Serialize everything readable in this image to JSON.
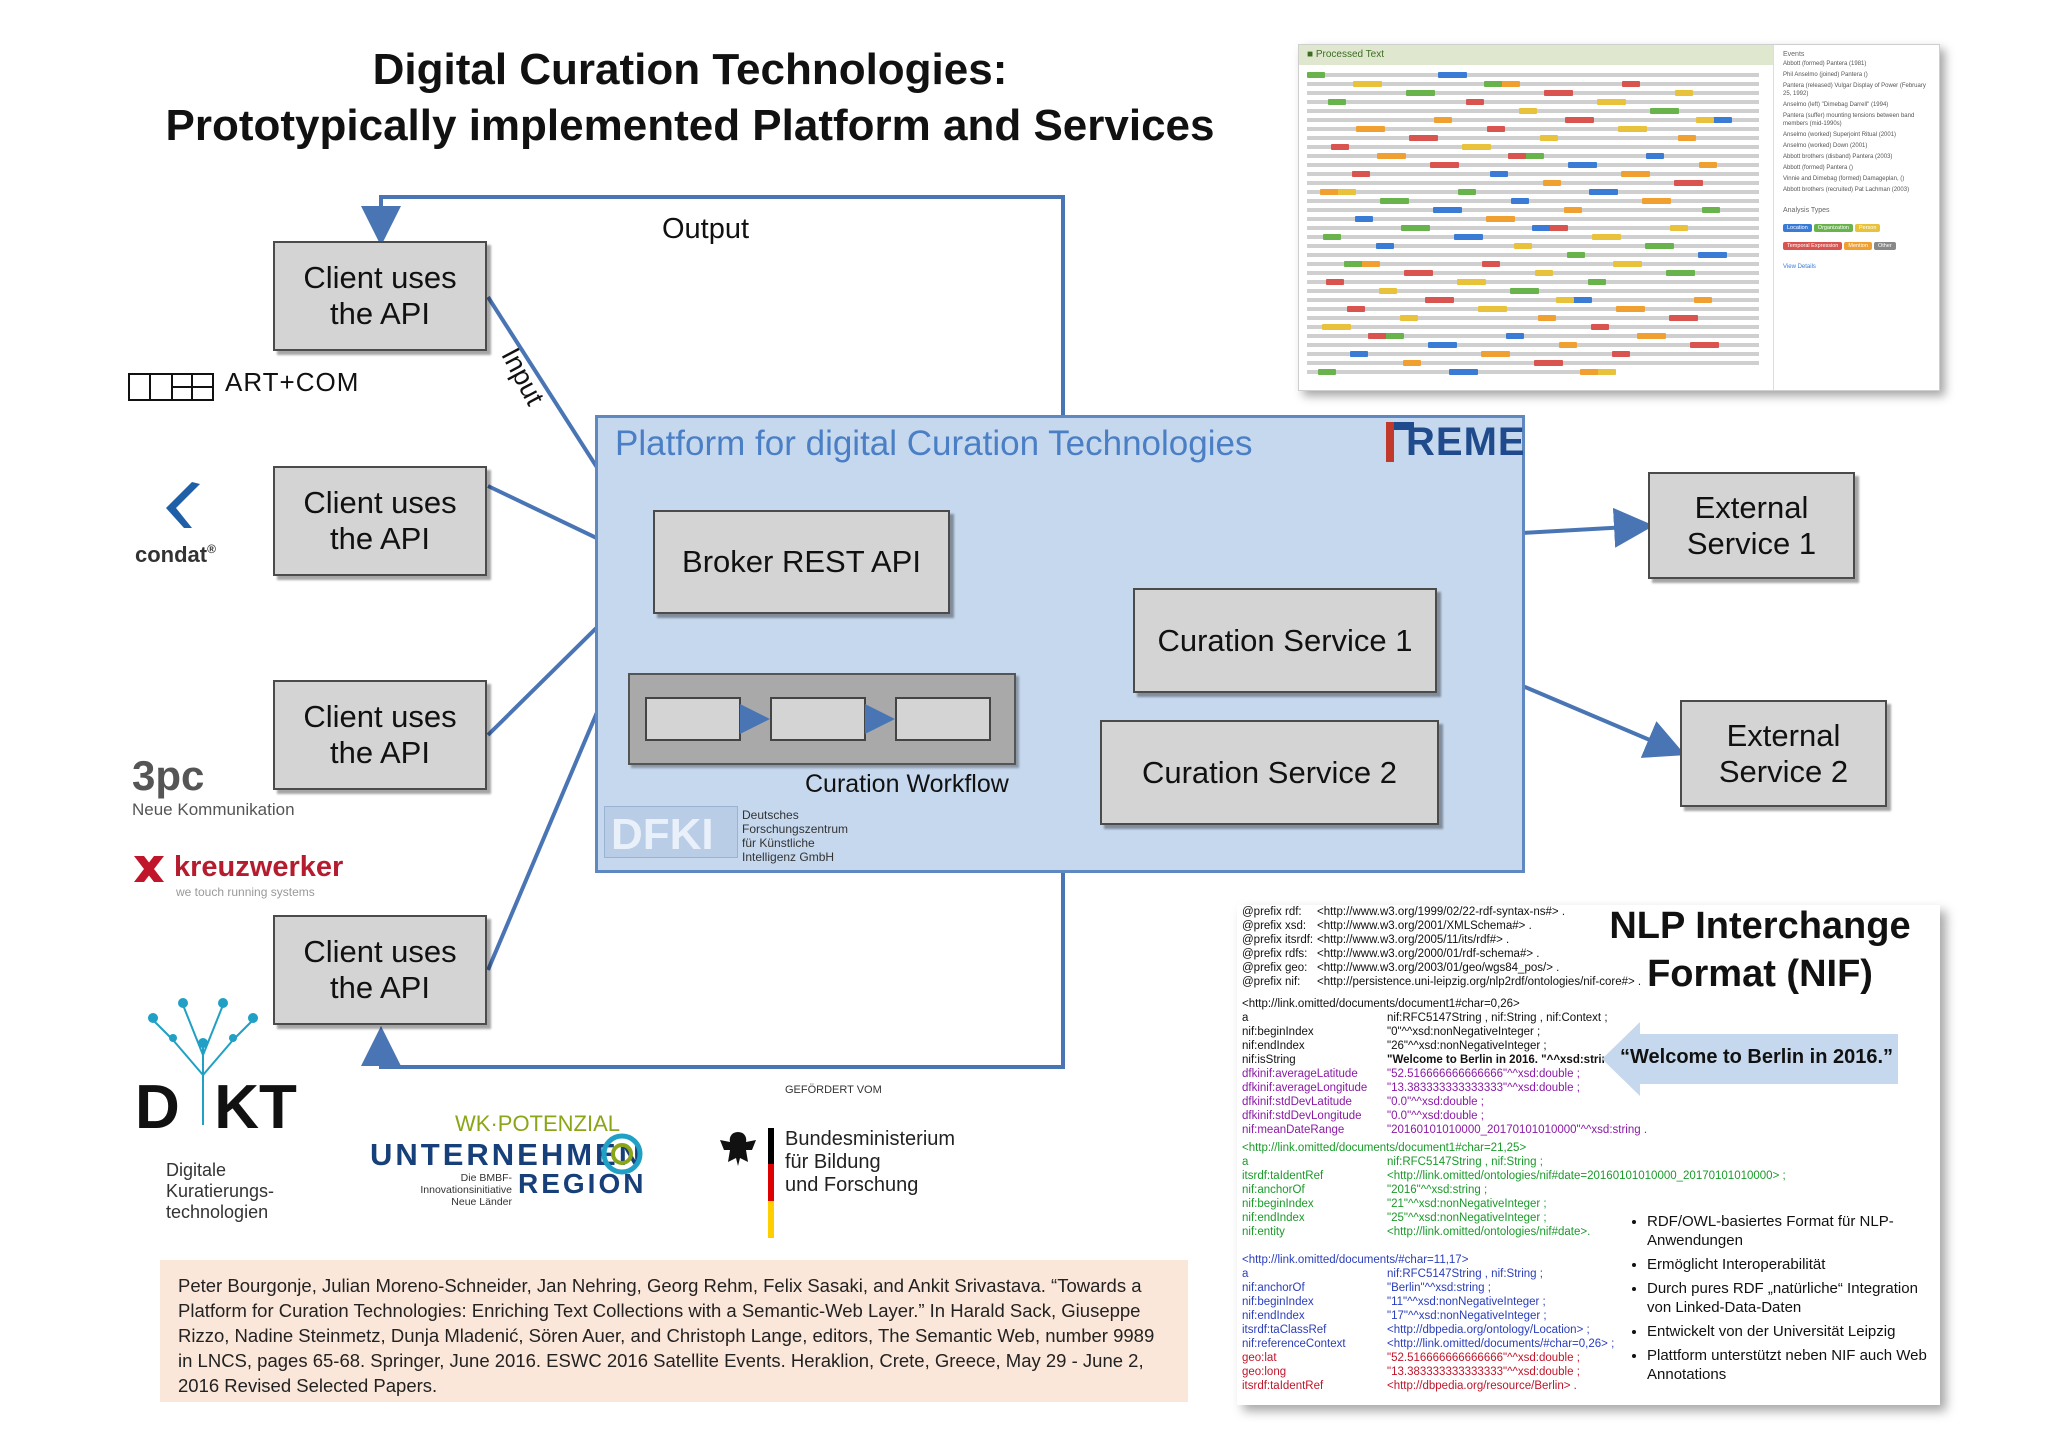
{
  "title": {
    "line1": "Digital Curation Technologies:",
    "line2": "Prototypically implemented Platform and Services"
  },
  "labels": {
    "output": "Output",
    "input": "Input"
  },
  "clients": [
    {
      "line1": "Client uses",
      "line2": "the API"
    },
    {
      "line1": "Client uses",
      "line2": "the API"
    },
    {
      "line1": "Client uses",
      "line2": "the API"
    },
    {
      "line1": "Client uses",
      "line2": "the API"
    }
  ],
  "platform": {
    "title": "Platform for digital Curation Technologies",
    "broker": "Broker REST API",
    "workflow_label": "Curation Workflow",
    "freme_logo": "REME",
    "dfki": {
      "line1": "Deutsches",
      "line2": "Forschungszentrum",
      "line3": "für Künstliche",
      "line4": "Intelligenz GmbH"
    }
  },
  "services": {
    "curation1": "Curation Service 1",
    "curation2": "Curation Service 2",
    "external1": {
      "line1": "External",
      "line2": "Service 1"
    },
    "external2": {
      "line1": "External",
      "line2": "Service 2"
    }
  },
  "partners": {
    "artcom": "ART+COM",
    "condat": "condat",
    "condat_reg": "®",
    "threepc": "3pc",
    "threepc_sub": "Neue Kommunikation",
    "kreuzwerker": "kreuzwerker",
    "kreuzwerker_sub": "we touch running systems",
    "dkt_big": "D  KT",
    "dkt_sub": {
      "line1": "Digitale",
      "line2": "Kuratierungs-",
      "line3": "technologien"
    },
    "wk_potenzial": "WK·POTENZIAL",
    "unternehmen": "UNTERNEHMEN",
    "region": "REGION",
    "wk_sub": {
      "line1": "Die BMBF-Innovationsinitiative",
      "line2": "Neue Länder"
    },
    "gefoerdert": "GEFÖRDERT VOM",
    "bmbf": {
      "line1": "Bundesministerium",
      "line2": "für Bildung",
      "line3": "und Forschung"
    }
  },
  "nif": {
    "title_line1": "NLP Interchange",
    "title_line2": "Format (NIF)",
    "example": "“Welcome to Berlin in 2016.”",
    "prefixes": [
      {
        "k": "@prefix rdf:",
        "v": "<http://www.w3.org/1999/02/22-rdf-syntax-ns#> ."
      },
      {
        "k": "@prefix xsd:",
        "v": "<http://www.w3.org/2001/XMLSchema#> ."
      },
      {
        "k": "@prefix itsrdf:",
        "v": "<http://www.w3.org/2005/11/its/rdf#> ."
      },
      {
        "k": "@prefix rdfs:",
        "v": "<http://www.w3.org/2000/01/rdf-schema#> ."
      },
      {
        "k": "@prefix geo:",
        "v": "<http://www.w3.org/2003/01/geo/wgs84_pos/> ."
      },
      {
        "k": "@prefix nif:",
        "v": "<http://persistence.uni-leipzig.org/nlp2rdf/ontologies/nif-core#> ."
      }
    ],
    "block1_head": "<http://link.omitted/documents/document1#char=0,26>",
    "block1": [
      {
        "k": "a",
        "v": "nif:RFC5147String , nif:String , nif:Context ;",
        "c": ""
      },
      {
        "k": "nif:beginIndex",
        "v": "\"0\"^^xsd:nonNegativeInteger ;",
        "c": ""
      },
      {
        "k": "nif:endIndex",
        "v": "\"26\"^^xsd:nonNegativeInteger ;",
        "c": ""
      },
      {
        "k": "nif:isString",
        "v": "\"Welcome to Berlin in 2016. \"^^xsd:string ;",
        "c": ""
      },
      {
        "k": "dfkinif:averageLatitude",
        "v": "\"52.516666666666666\"^^xsd:double ;",
        "c": "p"
      },
      {
        "k": "dfkinif:averageLongitude",
        "v": "\"13.383333333333333\"^^xsd:double ;",
        "c": "p"
      },
      {
        "k": "dfkinif:stdDevLatitude",
        "v": "\"0.0\"^^xsd:double ;",
        "c": "p"
      },
      {
        "k": "dfkinif:stdDevLongitude",
        "v": "\"0.0\"^^xsd:double ;",
        "c": "p"
      },
      {
        "k": "nif:meanDateRange",
        "v": "\"20160101010000_20170101010000\"^^xsd:string .",
        "c": "p"
      }
    ],
    "block2_head": "<http://link.omitted/documents/document1#char=21,25>",
    "block2": [
      {
        "k": "a",
        "v": "nif:RFC5147String , nif:String ;",
        "c": "g"
      },
      {
        "k": "itsrdf:taIdentRef",
        "v": "<http://link.omitted/ontologies/nif#date=20160101010000_20170101010000> ;",
        "c": "g"
      },
      {
        "k": "nif:anchorOf",
        "v": "\"2016\"^^xsd:string ;",
        "c": "g"
      },
      {
        "k": "nif:beginIndex",
        "v": "\"21\"^^xsd:nonNegativeInteger ;",
        "c": "g"
      },
      {
        "k": "nif:endIndex",
        "v": "\"25\"^^xsd:nonNegativeInteger ;",
        "c": "g"
      },
      {
        "k": "nif:entity",
        "v": "<http://link.omitted/ontologies/nif#date>.",
        "c": "g"
      }
    ],
    "block3_head": "<http://link.omitted/documents/#char=11,17>",
    "block3": [
      {
        "k": "a",
        "v": "nif:RFC5147String , nif:String ;",
        "c": "b"
      },
      {
        "k": "nif:anchorOf",
        "v": "\"Berlin\"^^xsd:string ;",
        "c": "b"
      },
      {
        "k": "nif:beginIndex",
        "v": "\"11\"^^xsd:nonNegativeInteger ;",
        "c": "b"
      },
      {
        "k": "nif:endIndex",
        "v": "\"17\"^^xsd:nonNegativeInteger ;",
        "c": "b"
      },
      {
        "k": "itsrdf:taClassRef",
        "v": "<http://dbpedia.org/ontology/Location> ;",
        "c": "b"
      },
      {
        "k": "nif:referenceContext",
        "v": "<http://link.omitted/documents/#char=0,26> ;",
        "c": "b"
      },
      {
        "k": "geo:lat",
        "v": "\"52.516666666666666\"^^xsd:double ;",
        "c": "r"
      },
      {
        "k": "geo:long",
        "v": "\"13.383333333333333\"^^xsd:double ;",
        "c": "r"
      },
      {
        "k": "itsrdf:taIdentRef",
        "v": "<http://dbpedia.org/resource/Berlin> .",
        "c": "r"
      }
    ],
    "bullets": [
      "RDF/OWL-basiertes Format für NLP-Anwendungen",
      "Ermöglicht Interoperabilität",
      "Durch pures RDF „natürliche“ Integration von Linked-Data-Daten",
      "Entwickelt von der Universität Leipzig",
      "Plattform unterstützt neben NIF auch Web Annotations"
    ]
  },
  "citation": "Peter Bourgonje, Julian Moreno-Schneider, Jan Nehring, Georg Rehm, Felix Sasaki, and Ankit Srivastava. “Towards a Platform for Curation Technologies: Enriching Text Collections with a Semantic-Web Layer.” In Harald Sack, Giuseppe Rizzo, Nadine Steinmetz, Dunja Mladenić, Sören Auer, and Christoph Lange, editors, The Semantic Web, number 9989 in LNCS, pages 65-68. Springer, June 2016. ESWC 2016 Satellite Events. Heraklion, Crete, Greece, May 29 - June 2, 2016 Revised Selected Papers.",
  "screenshot": {
    "header": "Processed Text",
    "events_header": "Events",
    "events": [
      "Abbott (formed) Pantera (1981)",
      "Phil Anselmo (joined) Pantera ()",
      "Pantera (released) Vulgar Display of Power (February 25, 1992)",
      "Anselmo (left) \"Dimebag Darrell\" (1994)",
      "Pantera (suffer) mounting tensions between band members (mid-1990s)",
      "Anselmo (worked) Superjoint Ritual (2001)",
      "Anselmo (worked) Down (2001)",
      "Abbott brothers (disband) Pantera (2003)",
      "Abbott (formed) Pantera ()",
      "Vinnie and Dimebag (formed) Damageplan, ()",
      "Abbott brothers (recruited) Pat Lachman (2003)"
    ],
    "analysis_header": "Analysis Types",
    "analysis_types": [
      "Location",
      "Organization",
      "Person",
      "Temporal Expression",
      "Mention",
      "Other"
    ],
    "view_details": "View Details",
    "colors": {
      "header_bg": "#dfe8cf",
      "tag_green": "#69b34c",
      "tag_blue": "#3a7bd5",
      "tag_orange": "#f0a030",
      "tag_red": "#d9534f",
      "tag_yellow": "#e8c23a"
    }
  },
  "colors": {
    "arrow": "#4a75b5",
    "platform_bg": "#c6d8ee",
    "platform_border": "#5f87c0",
    "box_bg": "#d4d4d4",
    "citation_bg": "#fbe7da",
    "freme_red": "#c0392b",
    "freme_blue": "#1f4a8c",
    "dkt_cyan": "#1fa0c4"
  }
}
